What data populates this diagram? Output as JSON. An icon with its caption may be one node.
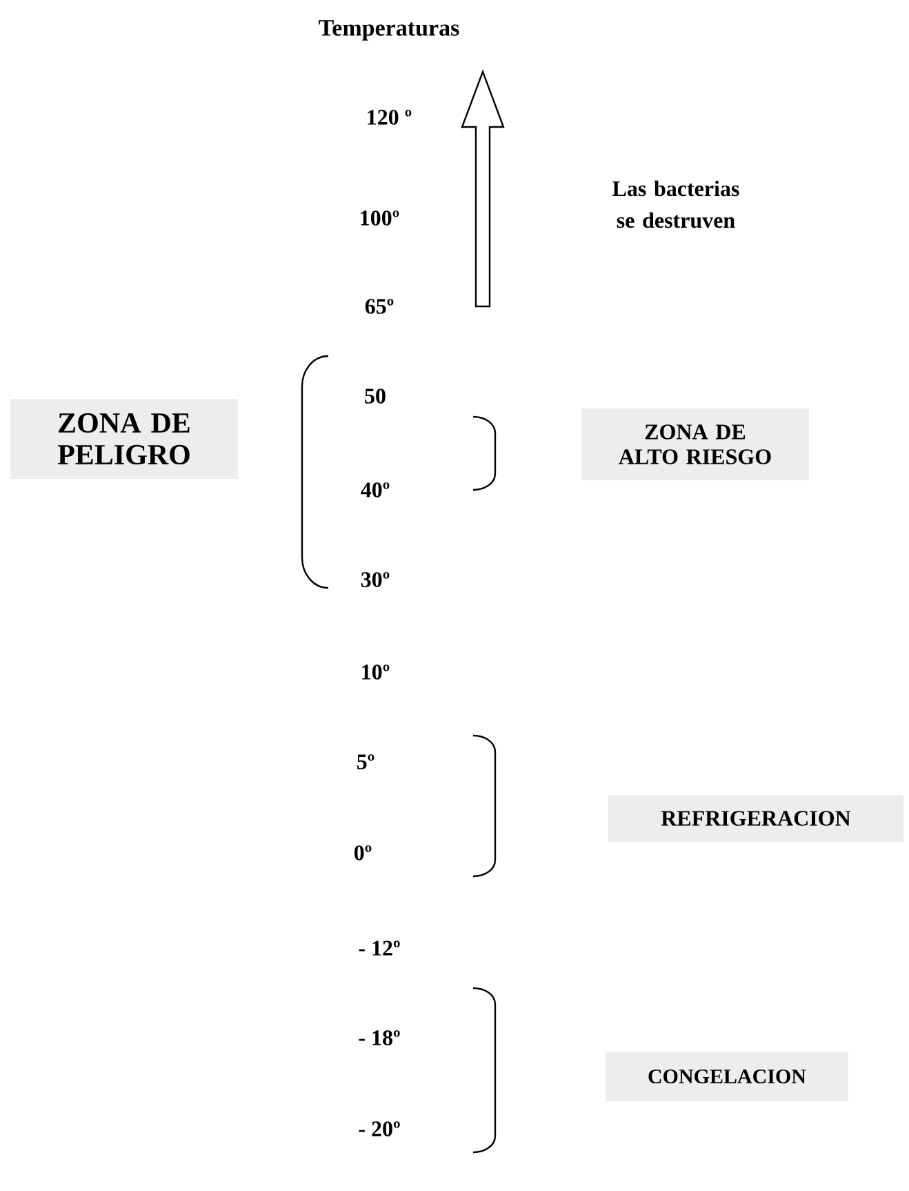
{
  "diagram": {
    "title": "Temperaturas",
    "nodes": [
      {
        "text": [
          "ZONA DE PELIGRO"
        ]
      },
      {
        "text": [
          "ZONA DE ALTO RIESGO"
        ]
      },
      {
        "text": [
          "REFRIGERACION"
        ]
      },
      {
        "text": [
          "CONGELACION"
        ]
      }
    ],
    "edges": [],
    "labels": [
      "120 º",
      "Las bacterias se destruven",
      "100º",
      "65º",
      "50",
      "40º",
      "30º",
      "10º",
      "5º",
      "0º",
      "- 12º",
      "- 18º",
      "- 20º"
    ]
  }
}
